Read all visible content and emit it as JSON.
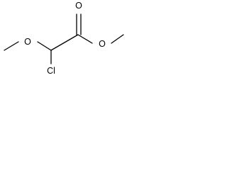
{
  "structure": {
    "atoms": {
      "ether_oxygen": "O",
      "carbonyl_oxygen": "O",
      "ester_oxygen": "O",
      "chlorine": "Cl"
    }
  },
  "colors": {
    "background": "#ffffff",
    "bond": "#000000",
    "text": "#000000"
  }
}
